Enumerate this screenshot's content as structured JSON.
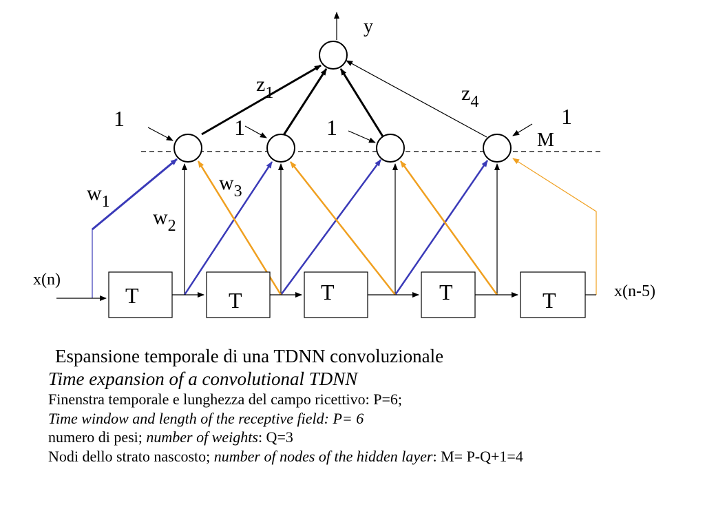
{
  "diagram": {
    "output_label": "y",
    "hidden_out_weights": {
      "first": "z",
      "first_sub": "1",
      "last": "z",
      "last_sub": "4"
    },
    "bias_labels": [
      "1",
      "1",
      "1",
      "1"
    ],
    "hidden_count_label": "M",
    "input_weights": [
      {
        "base": "w",
        "sub": "1"
      },
      {
        "base": "w",
        "sub": "2"
      },
      {
        "base": "w",
        "sub": "3"
      }
    ],
    "input_label": "x(n)",
    "last_input_label": "x(n-5)",
    "delay_label": "T",
    "colors": {
      "first_weight": "#3a3ab8",
      "third_weight": "#f0a020",
      "lines": "#000000"
    }
  },
  "caption": {
    "title": "Espansione temporale di una TDNN convoluzionale",
    "subtitle": "Time expansion of a convolutional TDNN",
    "line3": "Finenstra temporale e lunghezza del campo ricettivo: P=6;",
    "line4": "Time window and  length of the receptive field: P= 6",
    "line5_a": "numero di pesi; ",
    "line5_b": "number of weights",
    "line5_c": ": Q=3",
    "line6_a": "Nodi dello strato nascosto; ",
    "line6_b": "number of nodes of the hidden layer",
    "line6_c": ": M= P-Q+1=4"
  }
}
